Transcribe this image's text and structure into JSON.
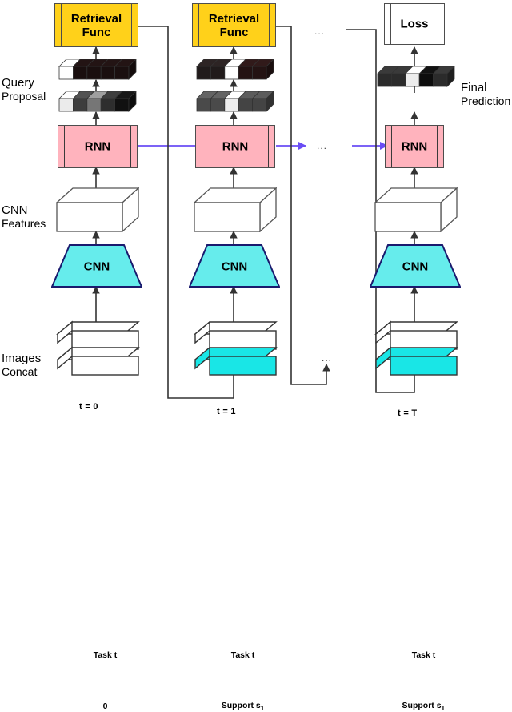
{
  "figure": {
    "title": "Recurrent query-proposal retrieval pipeline diagram",
    "colors": {
      "retrieval_func_fill": "#ffd11a",
      "rnn_fill": "#ffb3bd",
      "cnn_fill": "#66ecec",
      "support_fill": "#19e6e6",
      "recurrent_arrow": "#6a4df5",
      "box_stroke": "#4d4d4d",
      "cnn_stroke": "#1a1a6e"
    },
    "row_labels": [
      {
        "id": "query-proposal",
        "line1": "Query",
        "line2": "Proposal"
      },
      {
        "id": "cnn-features",
        "line1": "CNN",
        "line2": "Features"
      },
      {
        "id": "images-concat",
        "line1": "Images",
        "line2": "Concat"
      }
    ],
    "right_labels": [
      {
        "id": "final-prediction",
        "line1": "Final",
        "line2": "Prediction"
      }
    ],
    "ellipsis": "...",
    "columns": [
      {
        "id": "t0",
        "time_label": "t = 0",
        "top_box": {
          "label_line1": "Retrieval",
          "label_line2": "Func",
          "kind": "retrieval-func"
        },
        "rnn_label": "RNN",
        "cnn_label": "CNN",
        "inputs": [
          {
            "id": "task",
            "label": "Task t",
            "sub": "",
            "color": "white"
          },
          {
            "id": "zero",
            "label": "0",
            "sub": "",
            "color": "white"
          }
        ],
        "proposal_top": [
          "#ffffff",
          "#1a0f0f",
          "#1a0f0f",
          "#1a0f0f",
          "#1a0f0f"
        ],
        "proposal_bottom": [
          "#ebebeb",
          "#3d3d3d",
          "#767676",
          "#2e2e2e",
          "#111111"
        ]
      },
      {
        "id": "t1",
        "time_label": "t = 1",
        "top_box": {
          "label_line1": "Retrieval",
          "label_line2": "Func",
          "kind": "retrieval-func"
        },
        "rnn_label": "RNN",
        "cnn_label": "CNN",
        "inputs": [
          {
            "id": "task",
            "label": "Task t",
            "sub": "",
            "color": "white"
          },
          {
            "id": "support",
            "label": "Support s",
            "sub": "1",
            "color": "cyan"
          }
        ],
        "proposal_top": [
          "#211b1b",
          "#211b1b",
          "#ffffff",
          "#241313",
          "#241313"
        ],
        "proposal_bottom": [
          "#4a4a4a",
          "#4a4a4a",
          "#ededed",
          "#444444",
          "#444444"
        ]
      },
      {
        "id": "tT",
        "time_label": "t = T",
        "top_box": {
          "label_line1": "Loss",
          "label_line2": "",
          "kind": "loss"
        },
        "rnn_label": "RNN",
        "cnn_label": "CNN",
        "inputs": [
          {
            "id": "task",
            "label": "Task t",
            "sub": "",
            "color": "white"
          },
          {
            "id": "support",
            "label": "Support s",
            "sub": "T",
            "color": "cyan"
          }
        ],
        "proposal_top": [
          "#2b2b2b",
          "#2b2b2b",
          "#ededed",
          "#0d0d0d",
          "#2b2b2b"
        ],
        "proposal_bottom": null
      }
    ]
  }
}
